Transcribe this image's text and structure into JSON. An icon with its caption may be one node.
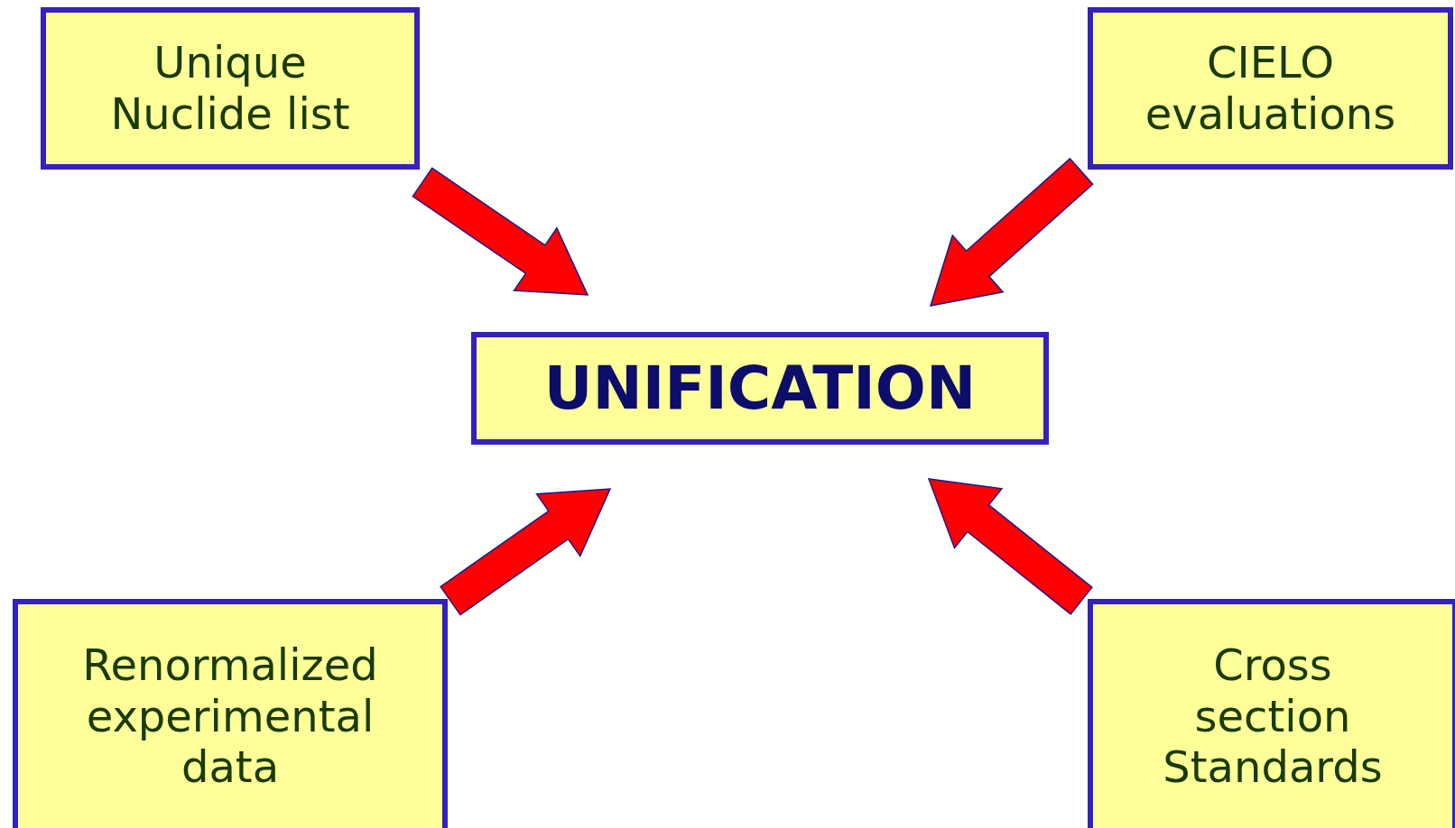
{
  "diagram": {
    "nodes": [
      {
        "text": [
          "Unique Nuclide list"
        ]
      },
      {
        "text": [
          "CIELO evaluations"
        ]
      },
      {
        "text": [
          "UNIFICATION"
        ]
      },
      {
        "text": [
          "Renormalized experimental data"
        ]
      },
      {
        "text": [
          "Cross section Standards"
        ]
      }
    ],
    "edges": [
      {
        "from": 0,
        "to": 2,
        "arrow": "to"
      },
      {
        "from": 1,
        "to": 2,
        "arrow": "to"
      },
      {
        "from": 3,
        "to": 2,
        "arrow": "to"
      },
      {
        "from": 4,
        "to": 2,
        "arrow": "to"
      }
    ]
  }
}
